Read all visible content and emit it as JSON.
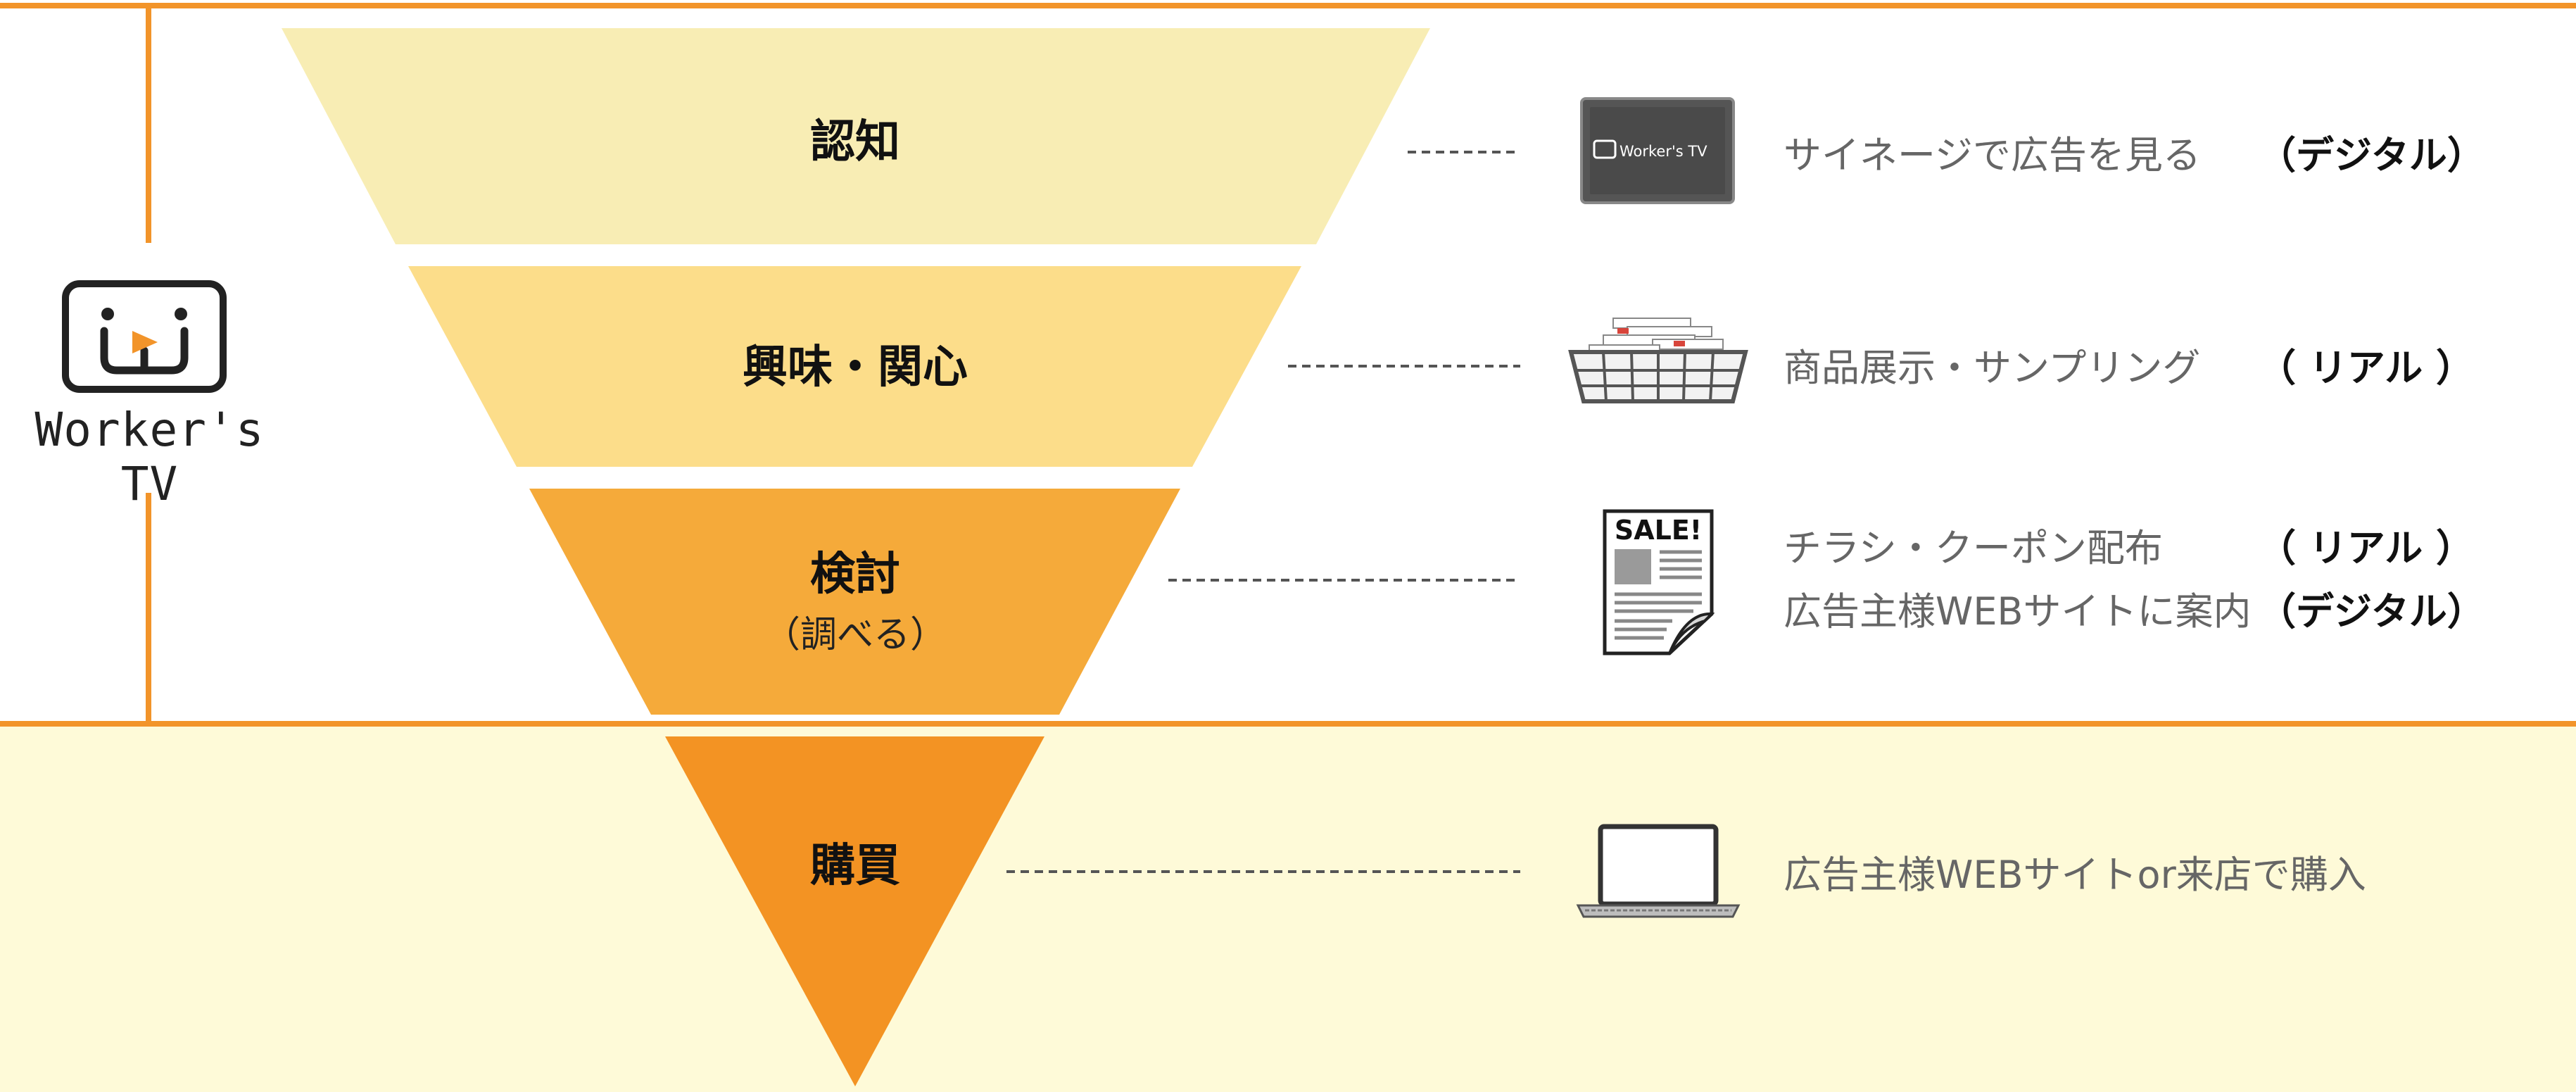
{
  "brand": {
    "name": "Worker's TV",
    "tv_screen_text": "Worker's TV"
  },
  "colors": {
    "rule": "#f2942a",
    "lower_band": "#fefad8",
    "stage_1": "#f8edb4",
    "stage_2": "#fcdd8a",
    "stage_3": "#f5aa3a",
    "stage_4": "#f39323"
  },
  "stages": [
    {
      "label": "認知",
      "sublabel": "",
      "icon": "tv-screen-icon",
      "items": [
        {
          "text": "サイネージで広告を見る",
          "tag": "（デジタル）"
        }
      ]
    },
    {
      "label": "興味・関心",
      "sublabel": "",
      "icon": "product-basket-icon",
      "items": [
        {
          "text": "商品展示・サンプリング",
          "tag": "（ リアル ）"
        }
      ]
    },
    {
      "label": "検討",
      "sublabel": "（調べる）",
      "icon": "sale-flyer-icon",
      "flyer_text": "SALE!",
      "items": [
        {
          "text": "チラシ・クーポン配布",
          "tag": "（ リアル ）"
        },
        {
          "text": "広告主様WEBサイトに案内",
          "tag": "（デジタル）"
        }
      ]
    },
    {
      "label": "購買",
      "sublabel": "",
      "icon": "laptop-icon",
      "items": [
        {
          "text": "広告主様WEBサイトor来店で購入",
          "tag": ""
        }
      ]
    }
  ]
}
